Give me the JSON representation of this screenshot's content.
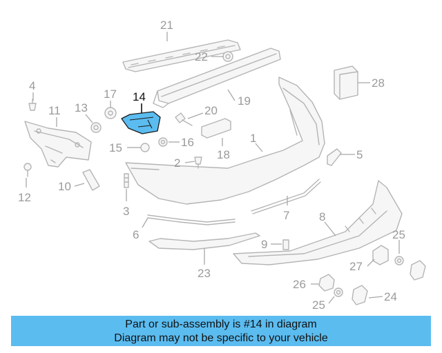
{
  "diagram": {
    "highlight_part": "14",
    "highlight_color": "#5bbcf0",
    "callouts": [
      {
        "id": "c21",
        "label": "21"
      },
      {
        "id": "c22",
        "label": "22"
      },
      {
        "id": "c28",
        "label": "28"
      },
      {
        "id": "c4",
        "label": "4"
      },
      {
        "id": "c17",
        "label": "17"
      },
      {
        "id": "c14",
        "label": "14"
      },
      {
        "id": "c19",
        "label": "19"
      },
      {
        "id": "c11",
        "label": "11"
      },
      {
        "id": "c13",
        "label": "13"
      },
      {
        "id": "c20",
        "label": "20"
      },
      {
        "id": "c1",
        "label": "1"
      },
      {
        "id": "c15",
        "label": "15"
      },
      {
        "id": "c16",
        "label": "16"
      },
      {
        "id": "c18",
        "label": "18"
      },
      {
        "id": "c5",
        "label": "5"
      },
      {
        "id": "c2",
        "label": "2"
      },
      {
        "id": "c10",
        "label": "10"
      },
      {
        "id": "c12",
        "label": "12"
      },
      {
        "id": "c3",
        "label": "3"
      },
      {
        "id": "c7",
        "label": "7"
      },
      {
        "id": "c8",
        "label": "8"
      },
      {
        "id": "c6",
        "label": "6"
      },
      {
        "id": "c9",
        "label": "9"
      },
      {
        "id": "c25a",
        "label": "25"
      },
      {
        "id": "c27",
        "label": "27"
      },
      {
        "id": "c23",
        "label": "23"
      },
      {
        "id": "c26",
        "label": "26"
      },
      {
        "id": "c24",
        "label": "24"
      },
      {
        "id": "c25b",
        "label": "25"
      }
    ]
  },
  "banner": {
    "line1": "Part or sub-assembly is #14 in diagram",
    "line2": "Diagram may not be specific to your vehicle",
    "background": "#5bbcf0"
  }
}
